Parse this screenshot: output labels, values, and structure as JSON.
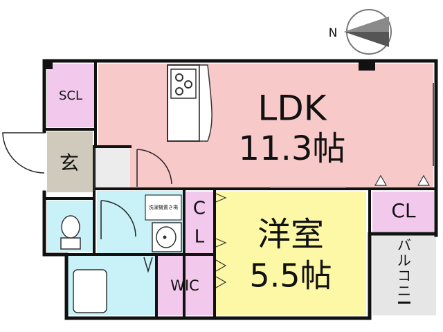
{
  "compass": {
    "north_label": "N"
  },
  "rooms": {
    "ldk": {
      "name": "LDK",
      "size": "11.3帖"
    },
    "western": {
      "name": "洋室",
      "size": "5.5帖"
    },
    "scl": {
      "name": "SCL"
    },
    "genkan": {
      "name": "玄"
    },
    "cl_small_top": "C",
    "cl_small_bottom": "L",
    "cl_right": {
      "name": "CL"
    },
    "wic": {
      "name": "WIC"
    },
    "balcony": {
      "chars": [
        "バ",
        "ル",
        "コ",
        "ニ",
        "ー"
      ]
    },
    "laundry": {
      "name": "洗濯機置き場"
    }
  },
  "colors": {
    "ldk": "#f7c9c9",
    "western": "#fdf8a5",
    "storage": "#f2c8ec",
    "genkan": "#cfcabb",
    "water": "#c8f2f8",
    "balcony": "#e6e6e6",
    "hall": "#ececec",
    "wall": "#111111"
  }
}
